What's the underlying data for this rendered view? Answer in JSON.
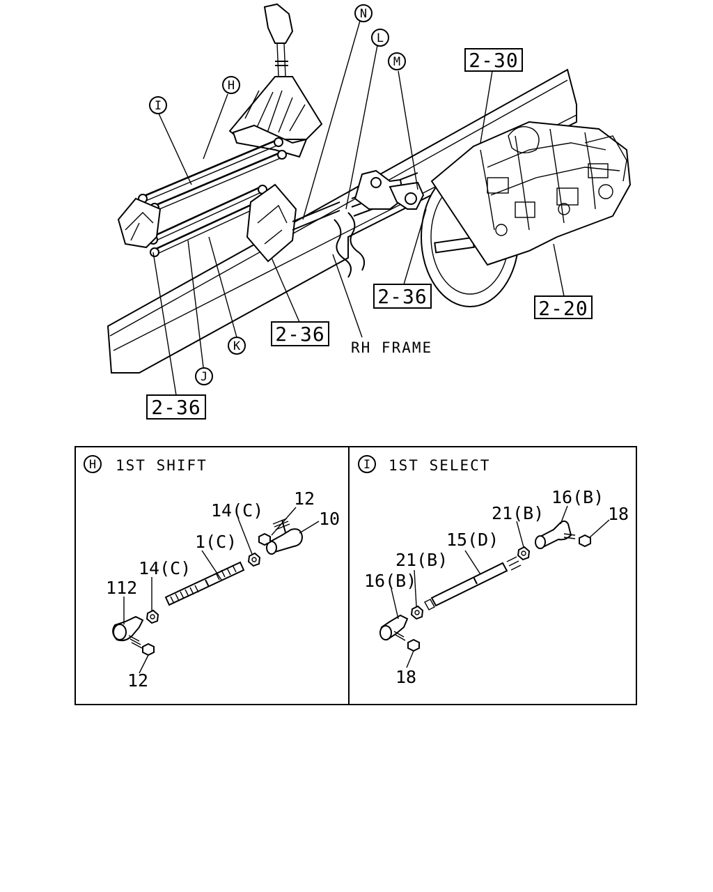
{
  "overview": {
    "callouts": [
      "N",
      "L",
      "M",
      "H",
      "I",
      "K",
      "J"
    ],
    "refs": {
      "ref_2_30": "2-30",
      "ref_2_20": "2-20",
      "ref_2_36_mid": "2-36",
      "ref_2_36_center": "2-36",
      "ref_2_36_left": "2-36"
    },
    "frame_label": "RH FRAME"
  },
  "panels": [
    {
      "marker": "H",
      "title": "1ST SHIFT",
      "parts": [
        "12",
        "14(C)",
        "10",
        "1(C)",
        "14(C)",
        "112",
        "12"
      ]
    },
    {
      "marker": "I",
      "title": "1ST SELECT",
      "parts": [
        "16(B)",
        "18",
        "21(B)",
        "15(D)",
        "21(B)",
        "16(B)",
        "18"
      ]
    }
  ]
}
